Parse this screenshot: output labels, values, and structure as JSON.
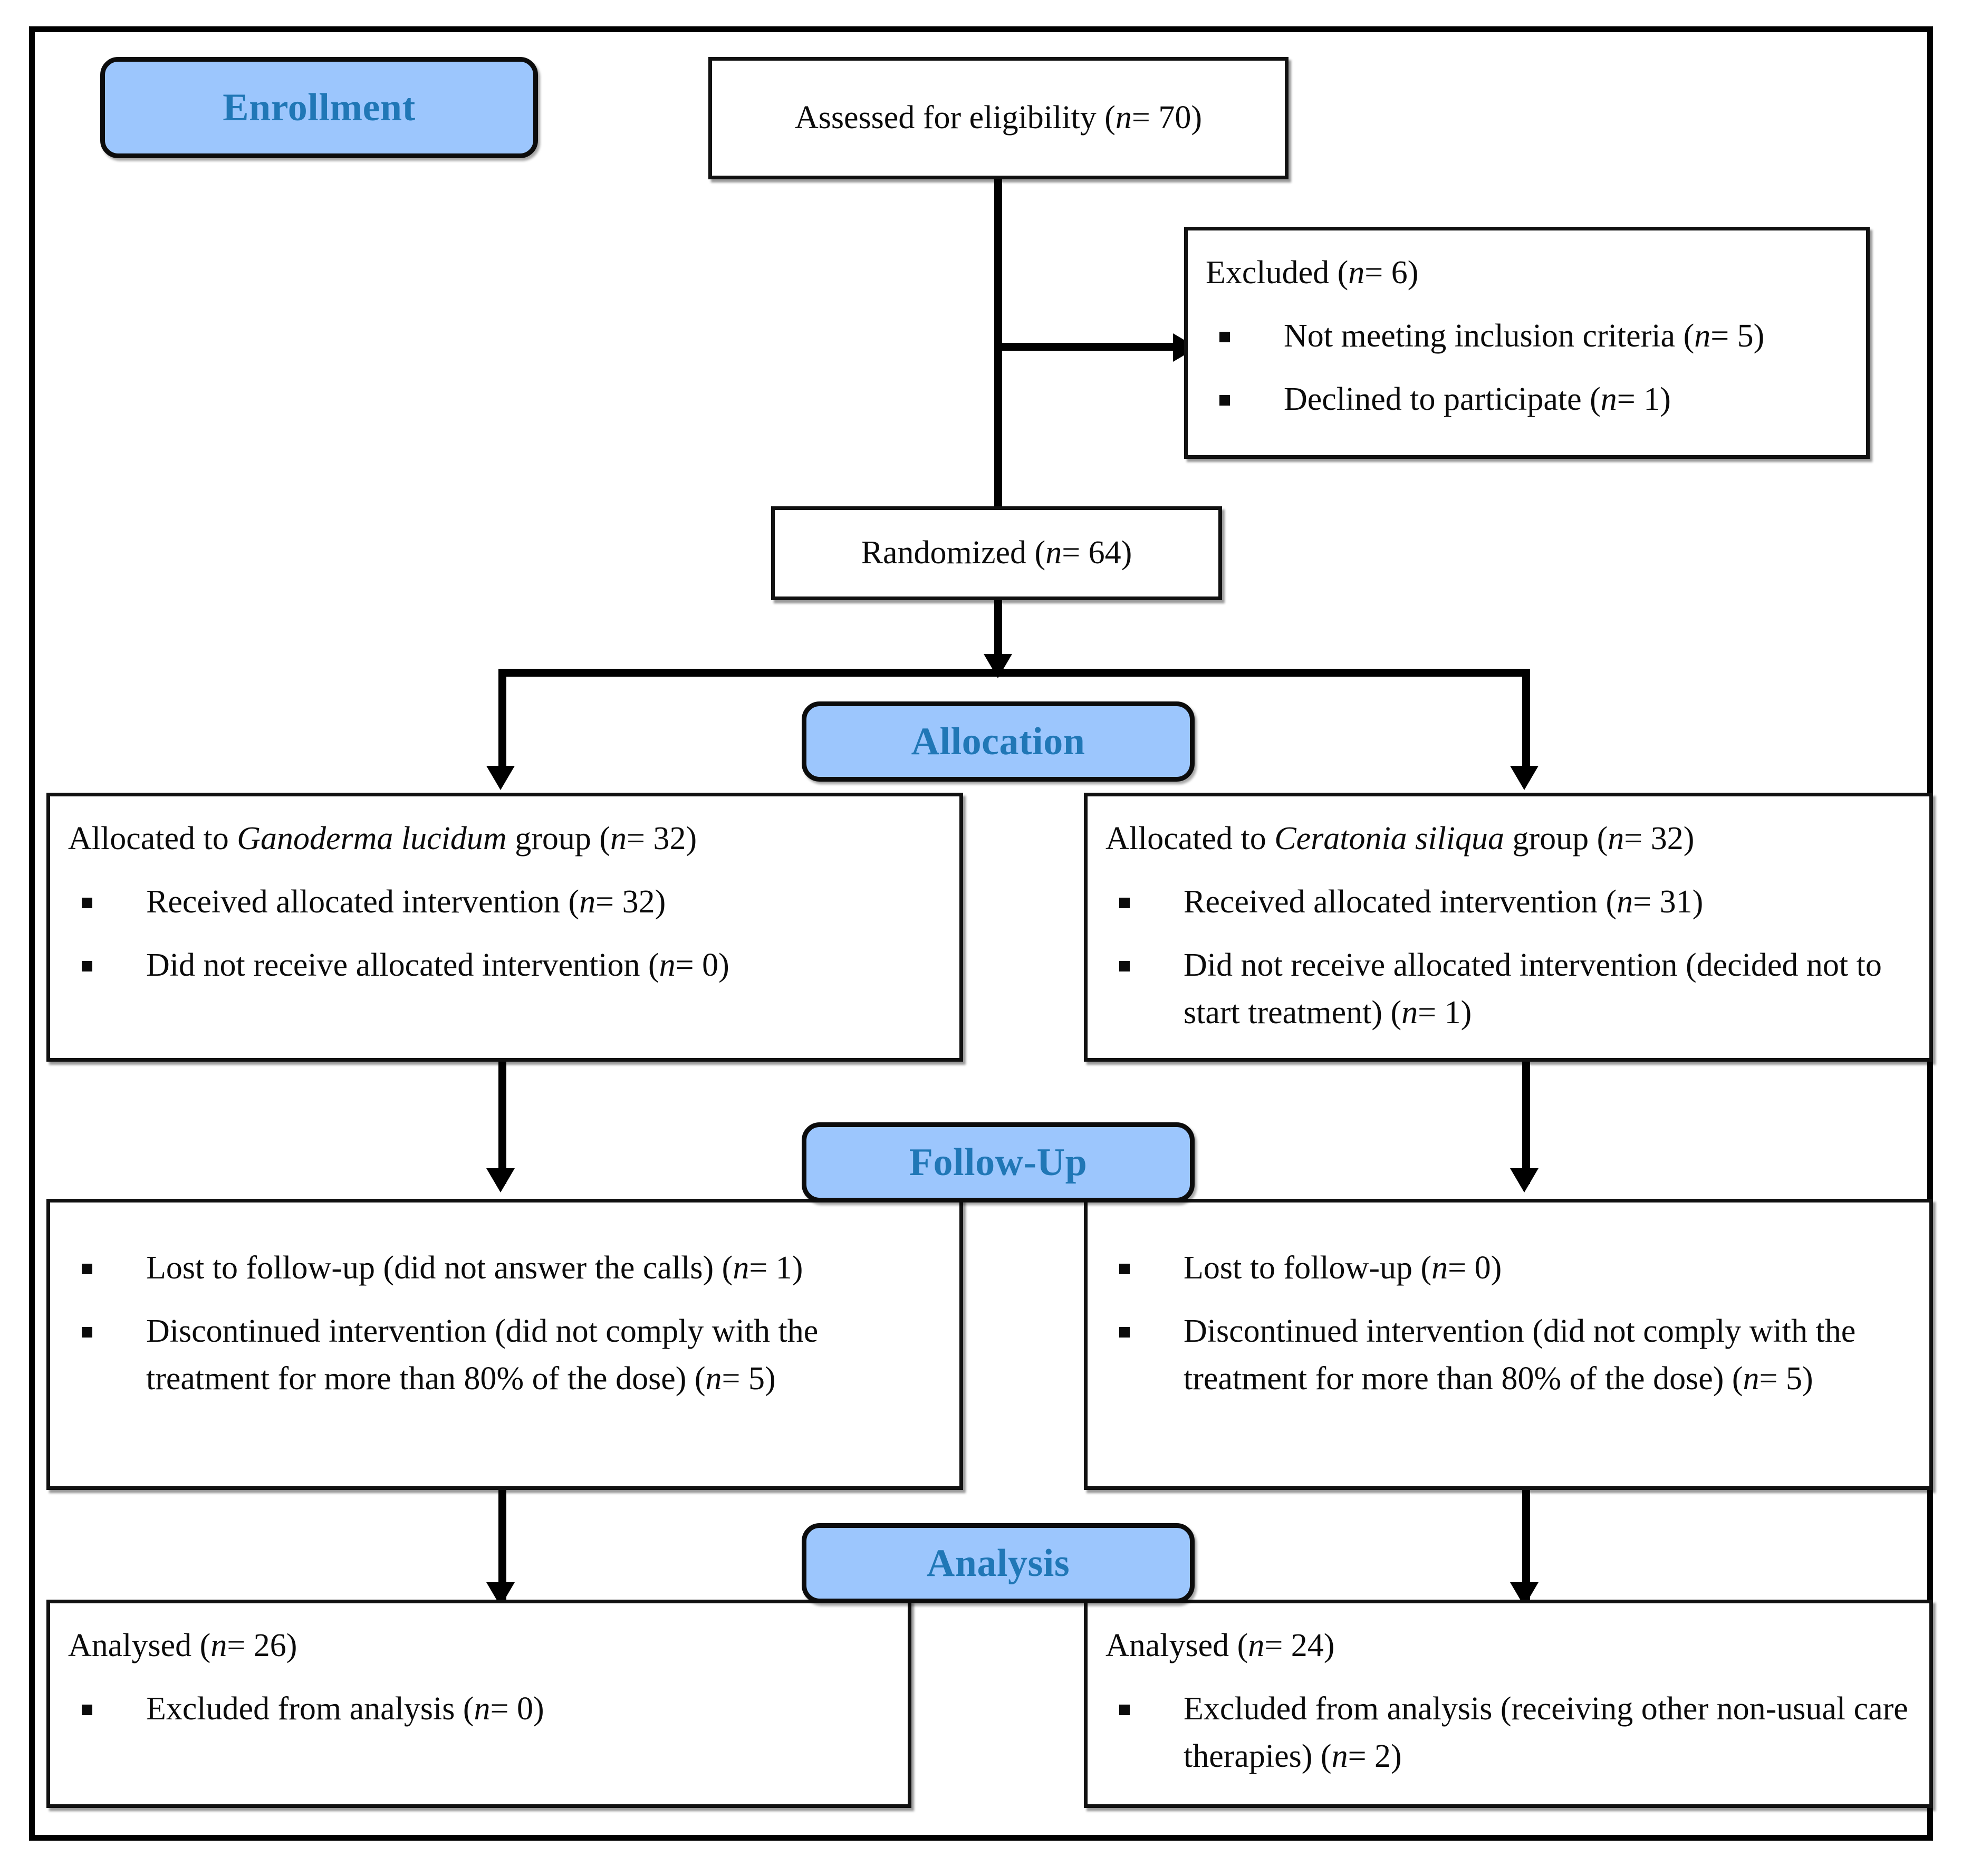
{
  "figure": {
    "type": "consort-flow-diagram",
    "accent_blue_fill": "#9CC6FD",
    "accent_blue_text": "#2077B6",
    "line_color": "#000000",
    "background": "#FFFFFF"
  },
  "stages": {
    "enrollment": "Enrollment",
    "allocation": "Allocation",
    "followup": "Follow-Up",
    "analysis": "Analysis"
  },
  "enrollment": {
    "assessed": "Assessed for eligibility (n= 70)",
    "assessed_label": "Assessed for eligibility (",
    "assessed_n": "n",
    "assessed_value": "= 70)",
    "excluded_title_pre": "Excluded (",
    "excluded_title_n": "n",
    "excluded_title_post": "= 6)",
    "excluded_items": [
      {
        "pre": "Not meeting inclusion criteria (",
        "n": "n",
        "post": "= 5)"
      },
      {
        "pre": "Declined to participate (",
        "n": "n",
        "post": "= 1)"
      }
    ],
    "randomized_pre": "Randomized (",
    "randomized_n": "n",
    "randomized_post": "= 64)"
  },
  "allocation": {
    "left": {
      "title_pre": "Allocated to ",
      "title_italic": "Ganoderma lucidum",
      "title_mid": " group (",
      "title_n": "n",
      "title_post": "= 32)",
      "items": [
        {
          "pre": "Received allocated intervention (",
          "n": "n",
          "post": "= 32)"
        },
        {
          "pre": "Did not receive allocated intervention (",
          "n": "n",
          "post": "= 0)"
        }
      ]
    },
    "right": {
      "title_pre": "Allocated to ",
      "title_italic": "Ceratonia siliqua",
      "title_mid": " group (",
      "title_n": "n",
      "title_post": "= 32)",
      "items": [
        {
          "pre": "Received allocated intervention (",
          "n": "n",
          "post": "= 31)"
        },
        {
          "pre": "Did not receive allocated intervention (decided not to start treatment) (",
          "n": "n",
          "post": "= 1)"
        }
      ]
    }
  },
  "followup": {
    "left": {
      "items": [
        {
          "pre": "Lost to follow-up (did not answer the calls) (",
          "n": "n",
          "post": "= 1)"
        },
        {
          "pre": "Discontinued intervention (did not comply with the treatment for more than 80% of the dose) (",
          "n": "n",
          "post": "= 5)"
        }
      ]
    },
    "right": {
      "items": [
        {
          "pre": "Lost to follow-up (",
          "n": "n",
          "post": "= 0)"
        },
        {
          "pre": "Discontinued intervention (did not comply with the treatment for more than 80% of the dose) (",
          "n": "n",
          "post": "= 5)"
        }
      ]
    }
  },
  "analysis": {
    "left": {
      "title_pre": "Analysed (",
      "title_n": "n",
      "title_post": "= 26)",
      "items": [
        {
          "pre": "Excluded from analysis (",
          "n": "n",
          "post": "= 0)"
        }
      ]
    },
    "right": {
      "title_pre": "Analysed (",
      "title_n": "n",
      "title_post": "= 24)",
      "items": [
        {
          "pre": "Excluded from analysis (receiving other non-usual care therapies) (",
          "n": "n",
          "post": "= 2)"
        }
      ]
    }
  }
}
